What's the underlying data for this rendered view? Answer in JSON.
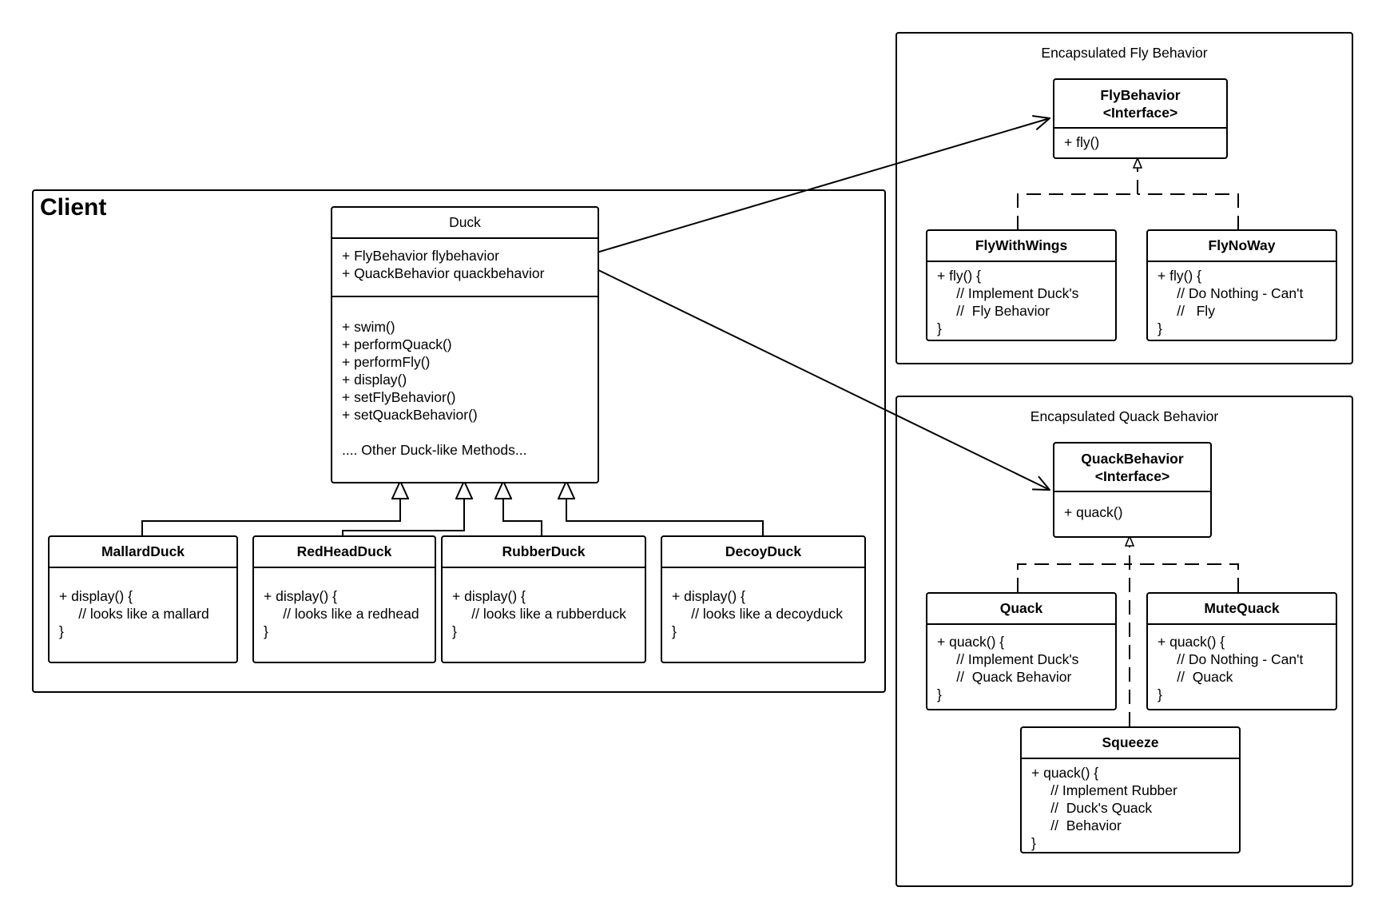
{
  "packages": {
    "client": "Client",
    "fly": "Encapsulated Fly Behavior",
    "quack": "Encapsulated Quack Behavior"
  },
  "classes": {
    "duck": {
      "name": "Duck",
      "attributes": [
        "+ FlyBehavior flybehavior",
        "+ QuackBehavior quackbehavior"
      ],
      "methods": [
        "+ swim()",
        "+ performQuack()",
        "+ performFly()",
        "+ display()",
        "+ setFlyBehavior()",
        "+ setQuackBehavior()",
        "",
        ".... Other Duck-like Methods..."
      ]
    },
    "mallard": {
      "name": "MallardDuck",
      "body": [
        "+ display() {",
        "     // looks like a mallard",
        "}"
      ]
    },
    "redhead": {
      "name": "RedHeadDuck",
      "body": [
        "+ display() {",
        "     // looks like a redhead",
        "}"
      ]
    },
    "rubber": {
      "name": "RubberDuck",
      "body": [
        "+ display() {",
        "     // looks like a rubberduck",
        "}"
      ]
    },
    "decoy": {
      "name": "DecoyDuck",
      "body": [
        "+ display() {",
        "     // looks like a decoyduck",
        "}"
      ]
    },
    "flybehavior": {
      "name": "FlyBehavior",
      "stereotype": "<Interface>",
      "body": [
        "+ fly()"
      ]
    },
    "flywithwings": {
      "name": "FlyWithWings",
      "body": [
        "+ fly() {",
        "     // Implement Duck's",
        "     //  Fly Behavior",
        "}"
      ]
    },
    "flynoway": {
      "name": "FlyNoWay",
      "body": [
        "+ fly() {",
        "     // Do Nothing - Can't",
        "     //   Fly",
        "}"
      ]
    },
    "quackbehavior": {
      "name": "QuackBehavior",
      "stereotype": "<Interface>",
      "body": [
        "+ quack()"
      ]
    },
    "quack": {
      "name": "Quack",
      "body": [
        "+ quack() {",
        "     // Implement Duck's",
        "     //  Quack Behavior",
        "}"
      ]
    },
    "mutequack": {
      "name": "MuteQuack",
      "body": [
        "+ quack() {",
        "     // Do Nothing - Can't",
        "     //  Quack",
        "}"
      ]
    },
    "squeeze": {
      "name": "Squeeze",
      "body": [
        "+ quack() {",
        "     // Implement Rubber",
        "     //  Duck's Quack",
        "     //  Behavior",
        "}"
      ]
    }
  }
}
